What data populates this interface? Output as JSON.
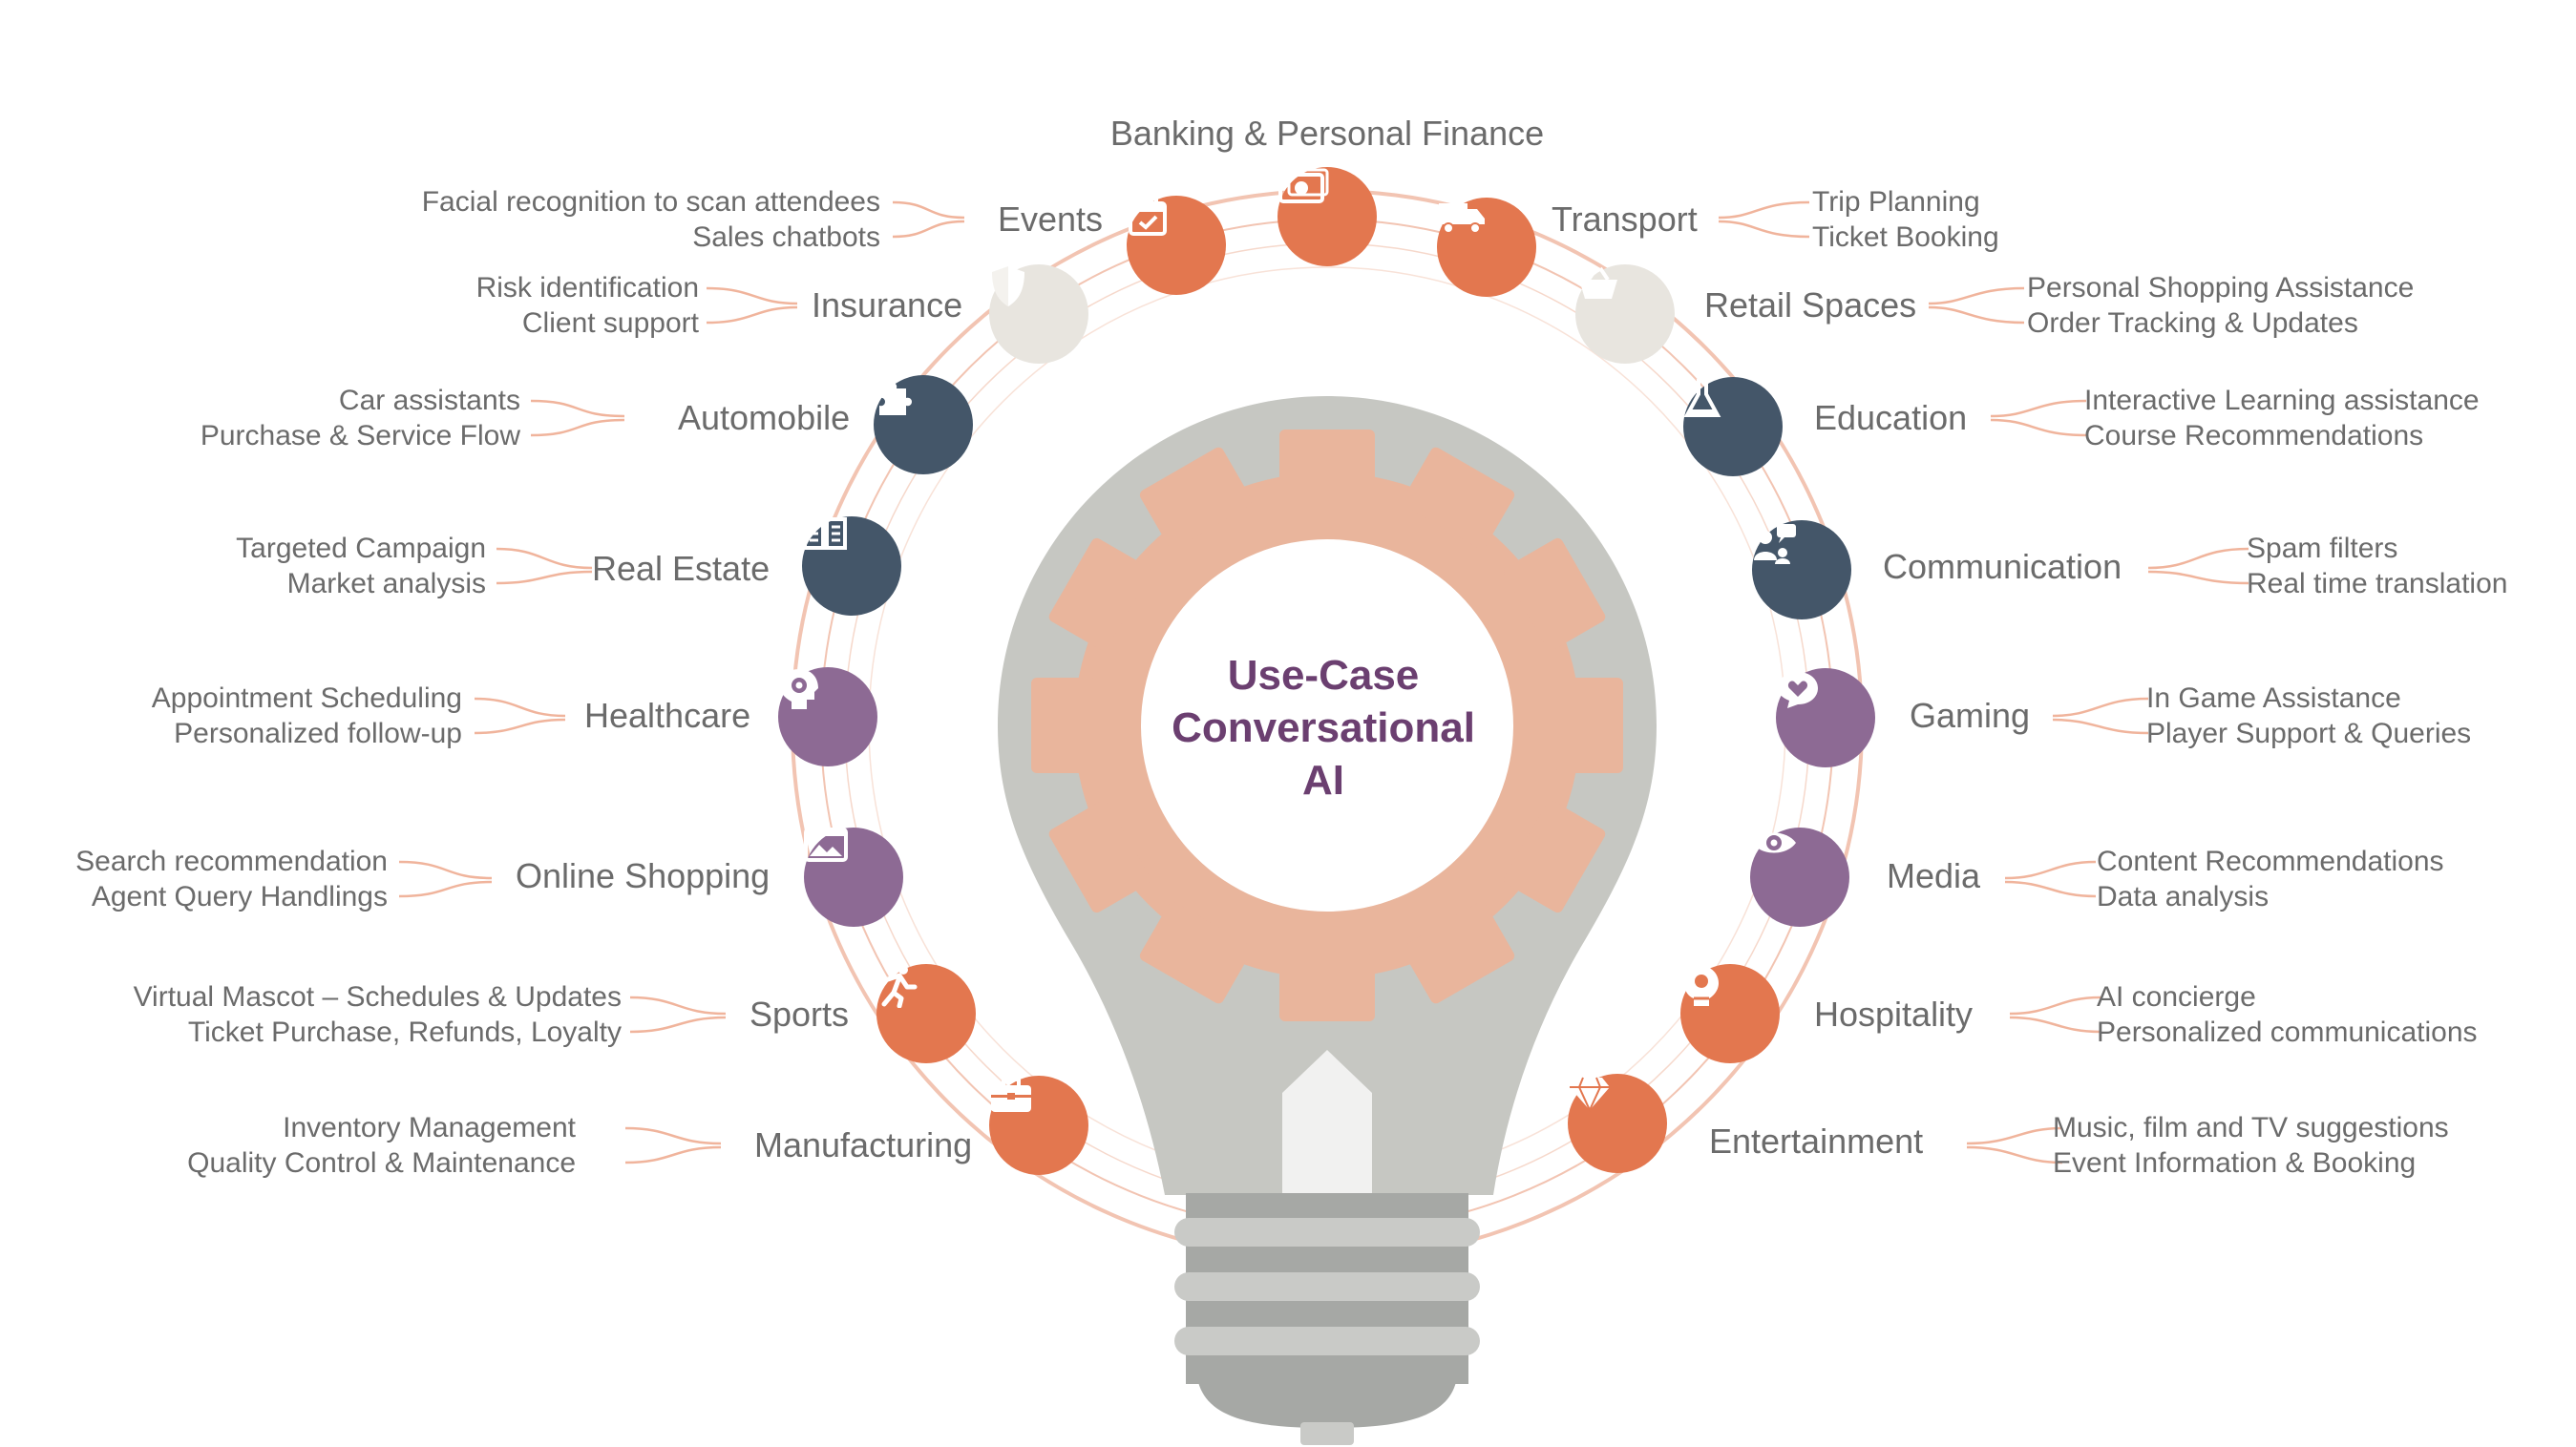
{
  "center": {
    "line1": "Use-Case",
    "line2": "Conversational",
    "line3": "AI"
  },
  "colors": {
    "orange": "#e3774f",
    "slate": "#445669",
    "purple": "#8d6a94",
    "light": "#e8e5df",
    "text": "#6b6b6b",
    "title": "#6b3f70",
    "connector": "#f0b49c"
  },
  "categories": {
    "banking": {
      "label": "Banking & Personal Finance",
      "icon": "money-icon"
    },
    "events": {
      "label": "Events",
      "icon": "calendar-icon",
      "items": [
        "Facial recognition to scan attendees",
        "Sales chatbots"
      ]
    },
    "transport": {
      "label": "Transport",
      "icon": "truck-icon",
      "items": [
        "Trip Planning",
        "Ticket Booking"
      ]
    },
    "insurance": {
      "label": "Insurance",
      "icon": "shield-icon",
      "items": [
        "Risk identification",
        "Client support"
      ]
    },
    "retail": {
      "label": "Retail Spaces",
      "icon": "basket-icon",
      "items": [
        "Personal Shopping Assistance",
        "Order Tracking & Updates"
      ]
    },
    "automobile": {
      "label": "Automobile",
      "icon": "puzzle-icon",
      "items": [
        "Car assistants",
        "Purchase & Service Flow"
      ]
    },
    "education": {
      "label": "Education",
      "icon": "flask-icon",
      "items": [
        "Interactive Learning  assistance",
        "Course Recommendations"
      ]
    },
    "realestate": {
      "label": "Real Estate",
      "icon": "book-icon",
      "items": [
        "Targeted Campaign",
        "Market analysis"
      ]
    },
    "communication": {
      "label": "Communication",
      "icon": "chat-people-icon",
      "items": [
        "Spam filters",
        "Real time translation"
      ]
    },
    "healthcare": {
      "label": "Healthcare",
      "icon": "head-gear-icon",
      "items": [
        "Appointment Scheduling",
        "Personalized follow-up"
      ]
    },
    "gaming": {
      "label": "Gaming",
      "icon": "heart-bubble-icon",
      "items": [
        "In Game Assistance",
        "Player Support & Queries"
      ]
    },
    "onlineshopping": {
      "label": "Online Shopping",
      "icon": "image-card-icon",
      "items": [
        "Search recommendation",
        "Agent Query Handlings"
      ]
    },
    "media": {
      "label": "Media",
      "icon": "eye-icon",
      "items": [
        "Content Recommendations",
        "Data analysis"
      ]
    },
    "sports": {
      "label": "Sports",
      "icon": "runner-icon",
      "items": [
        "Virtual Mascot – Schedules & Updates",
        "Ticket Purchase, Refunds, Loyalty"
      ]
    },
    "hospitality": {
      "label": "Hospitality",
      "icon": "concierge-icon",
      "items": [
        "AI concierge",
        "Personalized communications"
      ]
    },
    "manufacturing": {
      "label": "Manufacturing",
      "icon": "briefcase-icon",
      "items": [
        "Inventory Management",
        "Quality Control  & Maintenance"
      ]
    },
    "entertainment": {
      "label": "Entertainment",
      "icon": "diamond-icon",
      "items": [
        "Music, film and TV suggestions",
        "Event Information & Booking"
      ]
    }
  }
}
